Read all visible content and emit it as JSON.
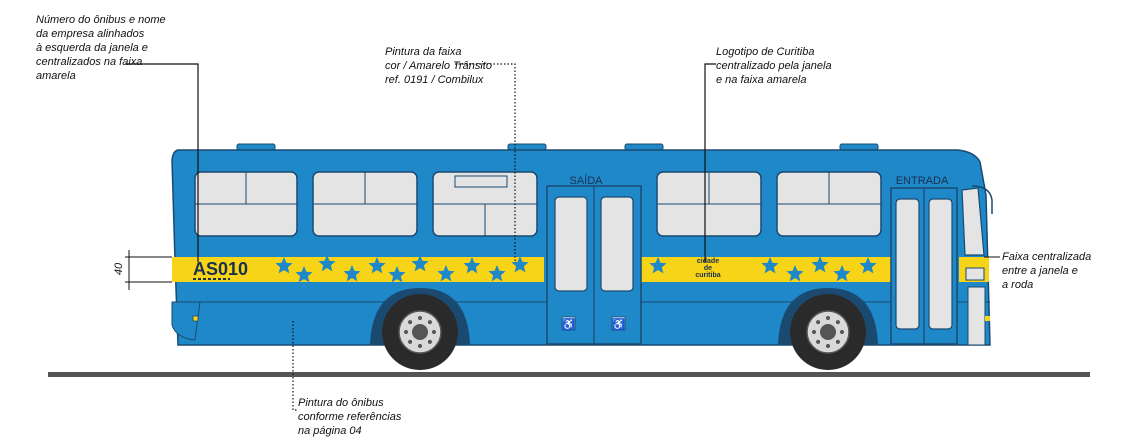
{
  "annotations": {
    "company_id": "Número do ônibus e  nome\nda empresa alinhados\nà esquerda da janela e\ncentralizados na faixa\namarela",
    "stripe_paint": "Pintura da faixa\ncor / Amarelo Trânsito\nref. 0191 / Combilux",
    "logo": "Logotipo de Curitiba\ncentralizado pela janela\ne na faixa amarela",
    "stripe_position": "Faixa centralizada\nentre a janela e\na roda",
    "body_paint": "Pintura do ônibus\nconforme referências\nna página 04"
  },
  "bus": {
    "number": "AS010",
    "exit_label": "SAÍDA",
    "entry_label": "ENTRADA",
    "logo_line1": "cidade",
    "logo_line2": "de",
    "logo_line3": "curitiba",
    "accessibility_symbol": "♿"
  },
  "dimension": {
    "stripe_height": "40"
  },
  "colors": {
    "body_blue": "#1E88C8",
    "stripe_yellow": "#F7D417",
    "star_blue": "#1E88C8",
    "window_gray": "#E4E4E4",
    "wheel_dark": "#2A2A2A",
    "ground": "#555555"
  }
}
